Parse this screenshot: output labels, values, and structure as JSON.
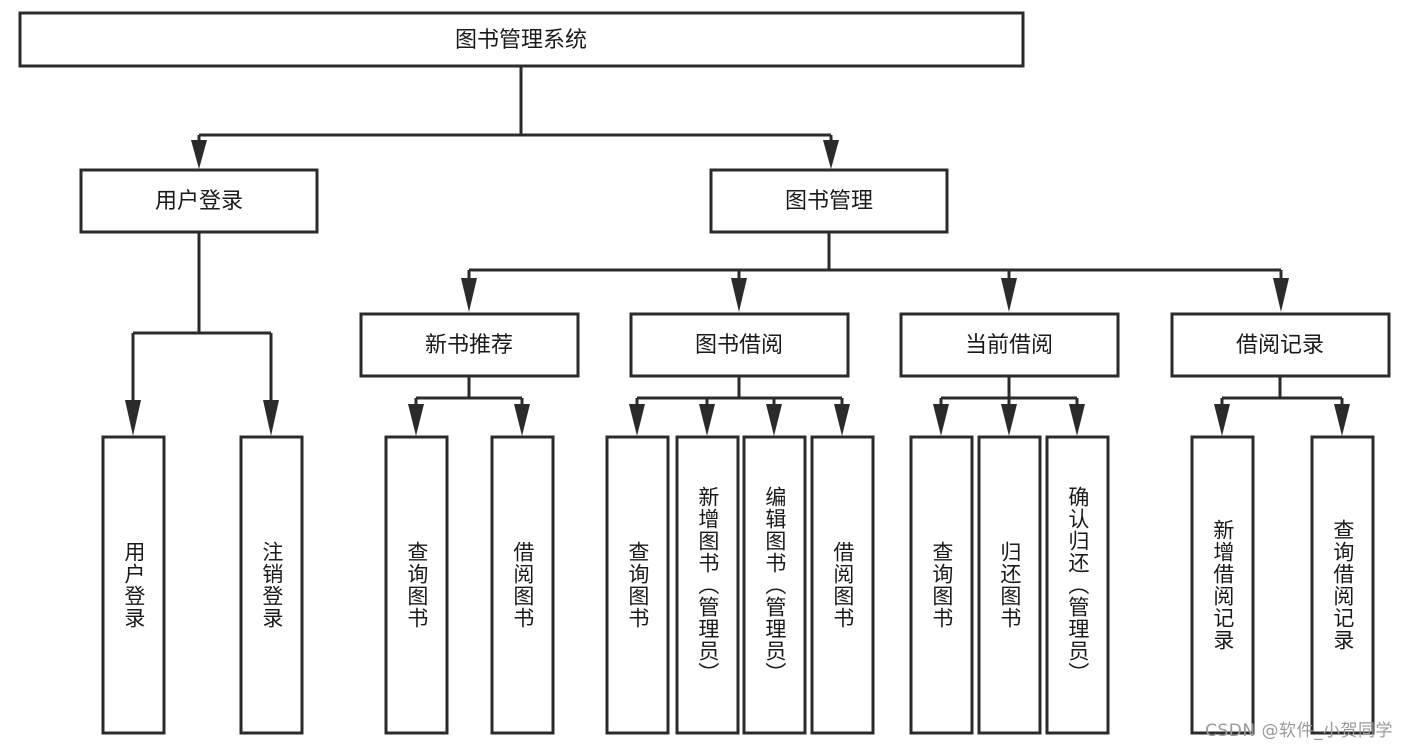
{
  "diagram": {
    "title": "图书管理系统",
    "type": "tree-hierarchy",
    "watermark": "CSDN @软件_小贺同学",
    "colors": {
      "stroke": "#2b2b2b",
      "fill": "#ffffff",
      "text": "#1a1a1a",
      "watermark": "#9a9a9a"
    },
    "root": {
      "label": "图书管理系统"
    },
    "level2": [
      {
        "label": "用户登录"
      },
      {
        "label": "图书管理"
      }
    ],
    "level3": [
      {
        "label": "新书推荐"
      },
      {
        "label": "图书借阅"
      },
      {
        "label": "当前借阅"
      },
      {
        "label": "借阅记录"
      }
    ],
    "leaves": {
      "user_login": [
        {
          "label": "用户登录"
        },
        {
          "label": "注销登录"
        }
      ],
      "new_book": [
        {
          "label": "查询图书"
        },
        {
          "label": "借阅图书"
        }
      ],
      "book_borrow": [
        {
          "label": "查询图书"
        },
        {
          "label": "新增图书（管理员）"
        },
        {
          "label": "编辑图书（管理员）"
        },
        {
          "label": "借阅图书"
        }
      ],
      "current_borrow": [
        {
          "label": "查询图书"
        },
        {
          "label": "归还图书"
        },
        {
          "label": "确认归还（管理员）"
        }
      ],
      "borrow_record": [
        {
          "label": "新增借阅记录"
        },
        {
          "label": "查询借阅记录"
        }
      ]
    }
  }
}
